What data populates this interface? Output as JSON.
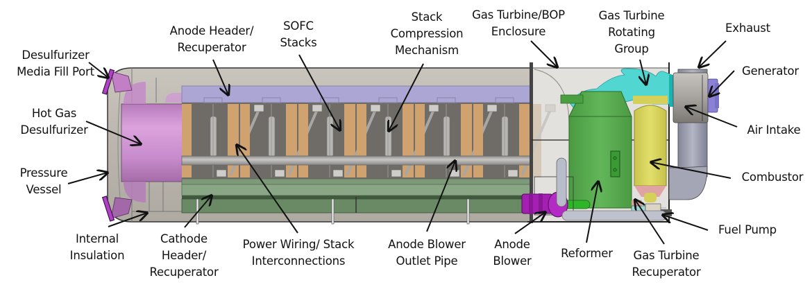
{
  "figure": {
    "title": "SOFC / Gas Turbine Hybrid System Layout",
    "colors": {
      "pressure_vessel": "#b9b5ad",
      "desulfurizer": "#c27fc6",
      "fill_port": "#b23fc9",
      "anode_header": "#aba6d4",
      "sofc_stack_cells": "#cfa26f",
      "stack_frame": "#6f6c68",
      "cathode_header": "#8aa785",
      "cathode_base": "#6a8a66",
      "reformer": "#58ad4f",
      "combustor": "#d9d65e",
      "turbine_rotating_group": "#52d6d2",
      "anode_blower": "#a51fb4",
      "exhaust_duct": "#9a9cad",
      "generator": "#8b82d6",
      "gt_recuperator": "#e0a3a3"
    }
  },
  "labels": [
    {
      "id": "desulfurizer-fill-port",
      "lines": [
        "Desulfurizer",
        "Media Fill Port"
      ]
    },
    {
      "id": "hot-gas-desulfurizer",
      "lines": [
        "Hot Gas",
        "Desulfurizer"
      ]
    },
    {
      "id": "pressure-vessel",
      "lines": [
        "Pressure",
        "Vessel"
      ]
    },
    {
      "id": "internal-insulation",
      "lines": [
        "Internal",
        "Insulation"
      ]
    },
    {
      "id": "anode-header",
      "lines": [
        "Anode Header/",
        "Recuperator"
      ]
    },
    {
      "id": "cathode-header",
      "lines": [
        "Cathode",
        "Header/",
        "Recuperator"
      ]
    },
    {
      "id": "sofc-stacks",
      "lines": [
        "SOFC",
        "Stacks"
      ]
    },
    {
      "id": "power-wiring",
      "lines": [
        "Power Wiring/ Stack",
        "Interconnections"
      ]
    },
    {
      "id": "stack-compression",
      "lines": [
        "Stack",
        "Compression",
        "Mechanism"
      ]
    },
    {
      "id": "anode-blower-outlet",
      "lines": [
        "Anode Blower",
        "Outlet Pipe"
      ]
    },
    {
      "id": "gt-bop-enclosure",
      "lines": [
        "Gas Turbine/BOP",
        "Enclosure"
      ]
    },
    {
      "id": "anode-blower",
      "lines": [
        "Anode",
        "Blower"
      ]
    },
    {
      "id": "gt-rotating-group",
      "lines": [
        "Gas Turbine",
        "Rotating",
        "Group"
      ]
    },
    {
      "id": "reformer",
      "lines": [
        "Reformer"
      ]
    },
    {
      "id": "exhaust",
      "lines": [
        "Exhaust"
      ]
    },
    {
      "id": "generator",
      "lines": [
        "Generator"
      ]
    },
    {
      "id": "air-intake",
      "lines": [
        "Air Intake"
      ]
    },
    {
      "id": "combustor",
      "lines": [
        "Combustor"
      ]
    },
    {
      "id": "fuel-pump",
      "lines": [
        "Fuel Pump"
      ]
    },
    {
      "id": "gt-recuperator",
      "lines": [
        "Gas Turbine",
        "Recuperator"
      ]
    }
  ]
}
